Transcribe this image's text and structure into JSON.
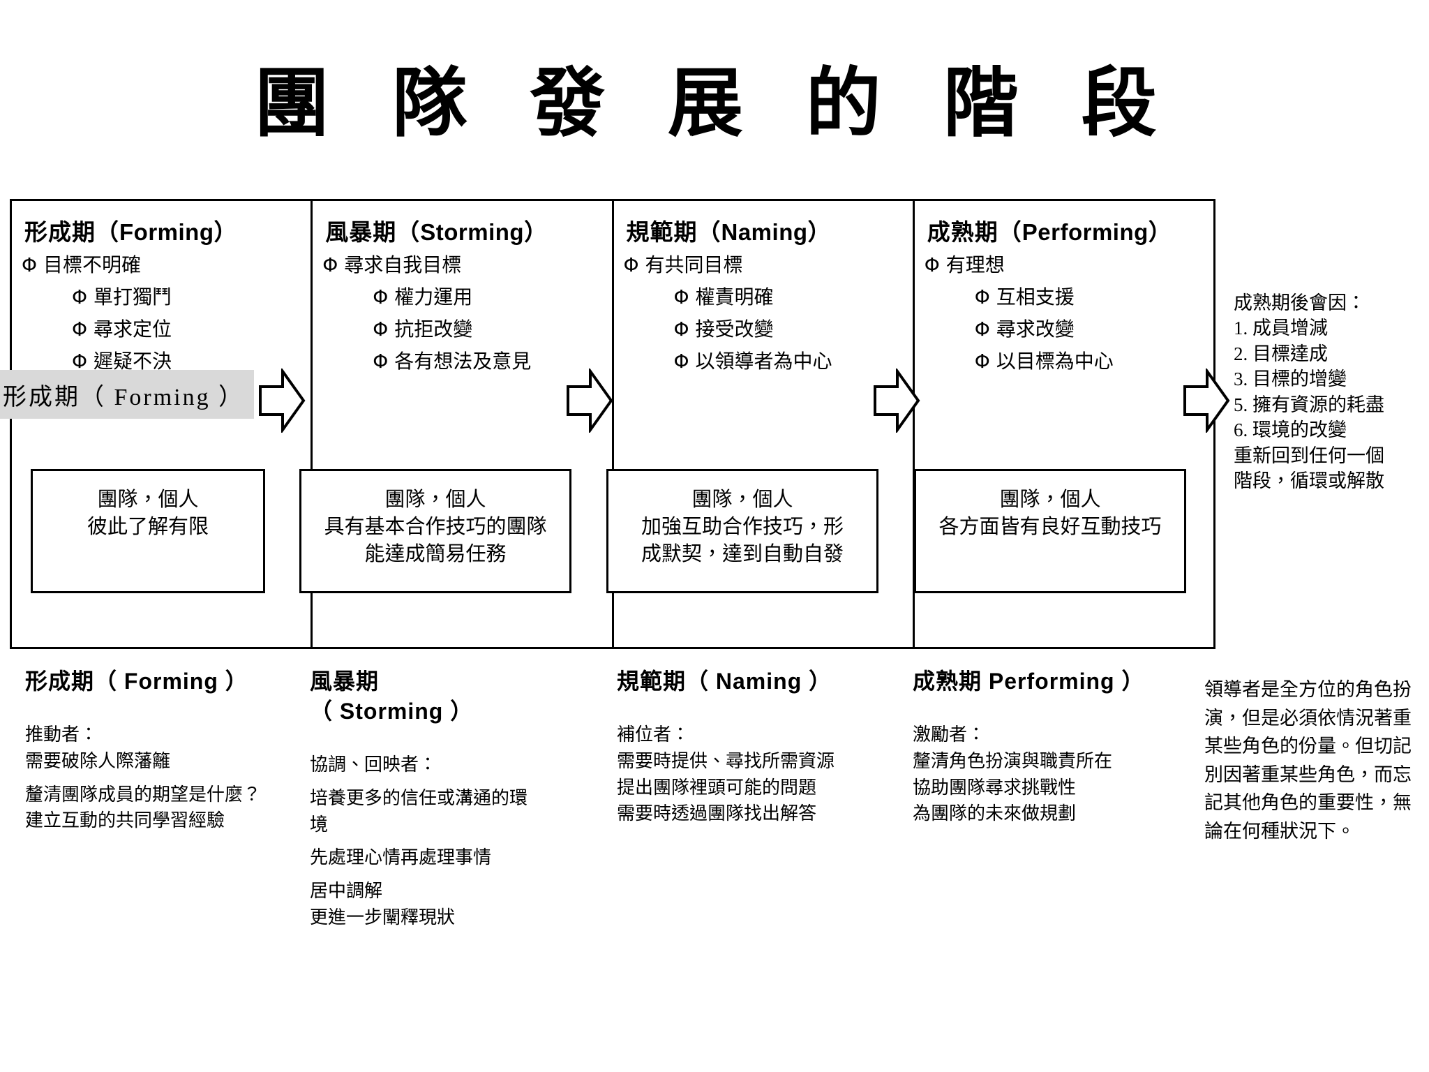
{
  "title": "團 隊 發 展 的 階 段",
  "stages": [
    {
      "heading_zh": "形成期（",
      "heading_en": "Forming",
      "heading_close": "）",
      "bullet_main": "Φ 目標不明確",
      "bullets": [
        "Φ 單打獨鬥",
        "Φ 尋求定位",
        "Φ 遲疑不決"
      ],
      "box_lines": [
        "團隊，個人",
        "彼此了解有限"
      ]
    },
    {
      "heading_zh": "風暴期（",
      "heading_en": "Storming",
      "heading_close": "）",
      "bullet_main": "Φ 尋求自我目標",
      "bullets": [
        "Φ 權力運用",
        "Φ 抗拒改變",
        "Φ 各有想法及意見"
      ],
      "box_lines": [
        "團隊，個人",
        "具有基本合作技巧的團隊",
        "能達成簡易任務"
      ]
    },
    {
      "heading_zh": "規範期（",
      "heading_en": "Naming",
      "heading_close": "）",
      "bullet_main": "Φ 有共同目標",
      "bullets": [
        "Φ 權責明確",
        "Φ 接受改變",
        "Φ 以領導者為中心"
      ],
      "box_lines": [
        "團隊，個人",
        "加強互助合作技巧，形",
        "成默契，達到自動自發"
      ]
    },
    {
      "heading_zh": "成熟期（",
      "heading_en": "Performing",
      "heading_close": "）",
      "bullet_main": "Φ 有理想",
      "bullets": [
        "Φ 互相支援",
        "Φ 尋求改變",
        "Φ 以目標為中心"
      ],
      "box_lines": [
        "團隊，個人",
        "各方面皆有良好互動技巧"
      ]
    }
  ],
  "forming_highlight": "形成期（ Forming ）",
  "maturity_note": {
    "heading": "成熟期後會因：",
    "items": [
      "1. 成員增減",
      "2. 目標達成",
      "3. 目標的增變",
      "5. 擁有資源的耗盡",
      "6. 環境的改變"
    ],
    "tail": [
      "重新回到任何一個",
      "階段，循環或解散"
    ]
  },
  "roles": [
    {
      "title_line1": "形成期（ Forming ）",
      "title_line2": "",
      "role_label": "推動者：",
      "lines": [
        "需要破除人際藩籬",
        "釐清團隊成員的期望是什麼？",
        "建立互動的共同學習經驗"
      ]
    },
    {
      "title_line1": "風暴期",
      "title_line2": "（ Storming ）",
      "role_label": "協調、回映者：",
      "lines": [
        "培養更多的信任或溝通的環",
        "境",
        "先處理心情再處理事情",
        "居中調解",
        "更進一步闡釋現狀"
      ]
    },
    {
      "title_line1": "規範期（ Naming ）",
      "title_line2": "",
      "role_label": "補位者：",
      "lines": [
        "需要時提供、尋找所需資源",
        "提出團隊裡頭可能的問題",
        "需要時透過團隊找出解答"
      ]
    },
    {
      "title_line1": "成熟期 Performing ）",
      "title_line2": "",
      "role_label": "激勵者：",
      "lines": [
        "釐清角色扮演與職責所在",
        "協助團隊尋求挑戰性",
        "為團隊的未來做規劃"
      ]
    }
  ],
  "leader_note": "領導者是全方位的角色扮演，但是必須依情況著重某些角色的份量。但切記別因著重某些角色，而忘記其他角色的重要性，無論在何種狀況下。",
  "colors": {
    "highlight": "#d9d9d9",
    "stroke": "#000000",
    "background": "#ffffff"
  }
}
